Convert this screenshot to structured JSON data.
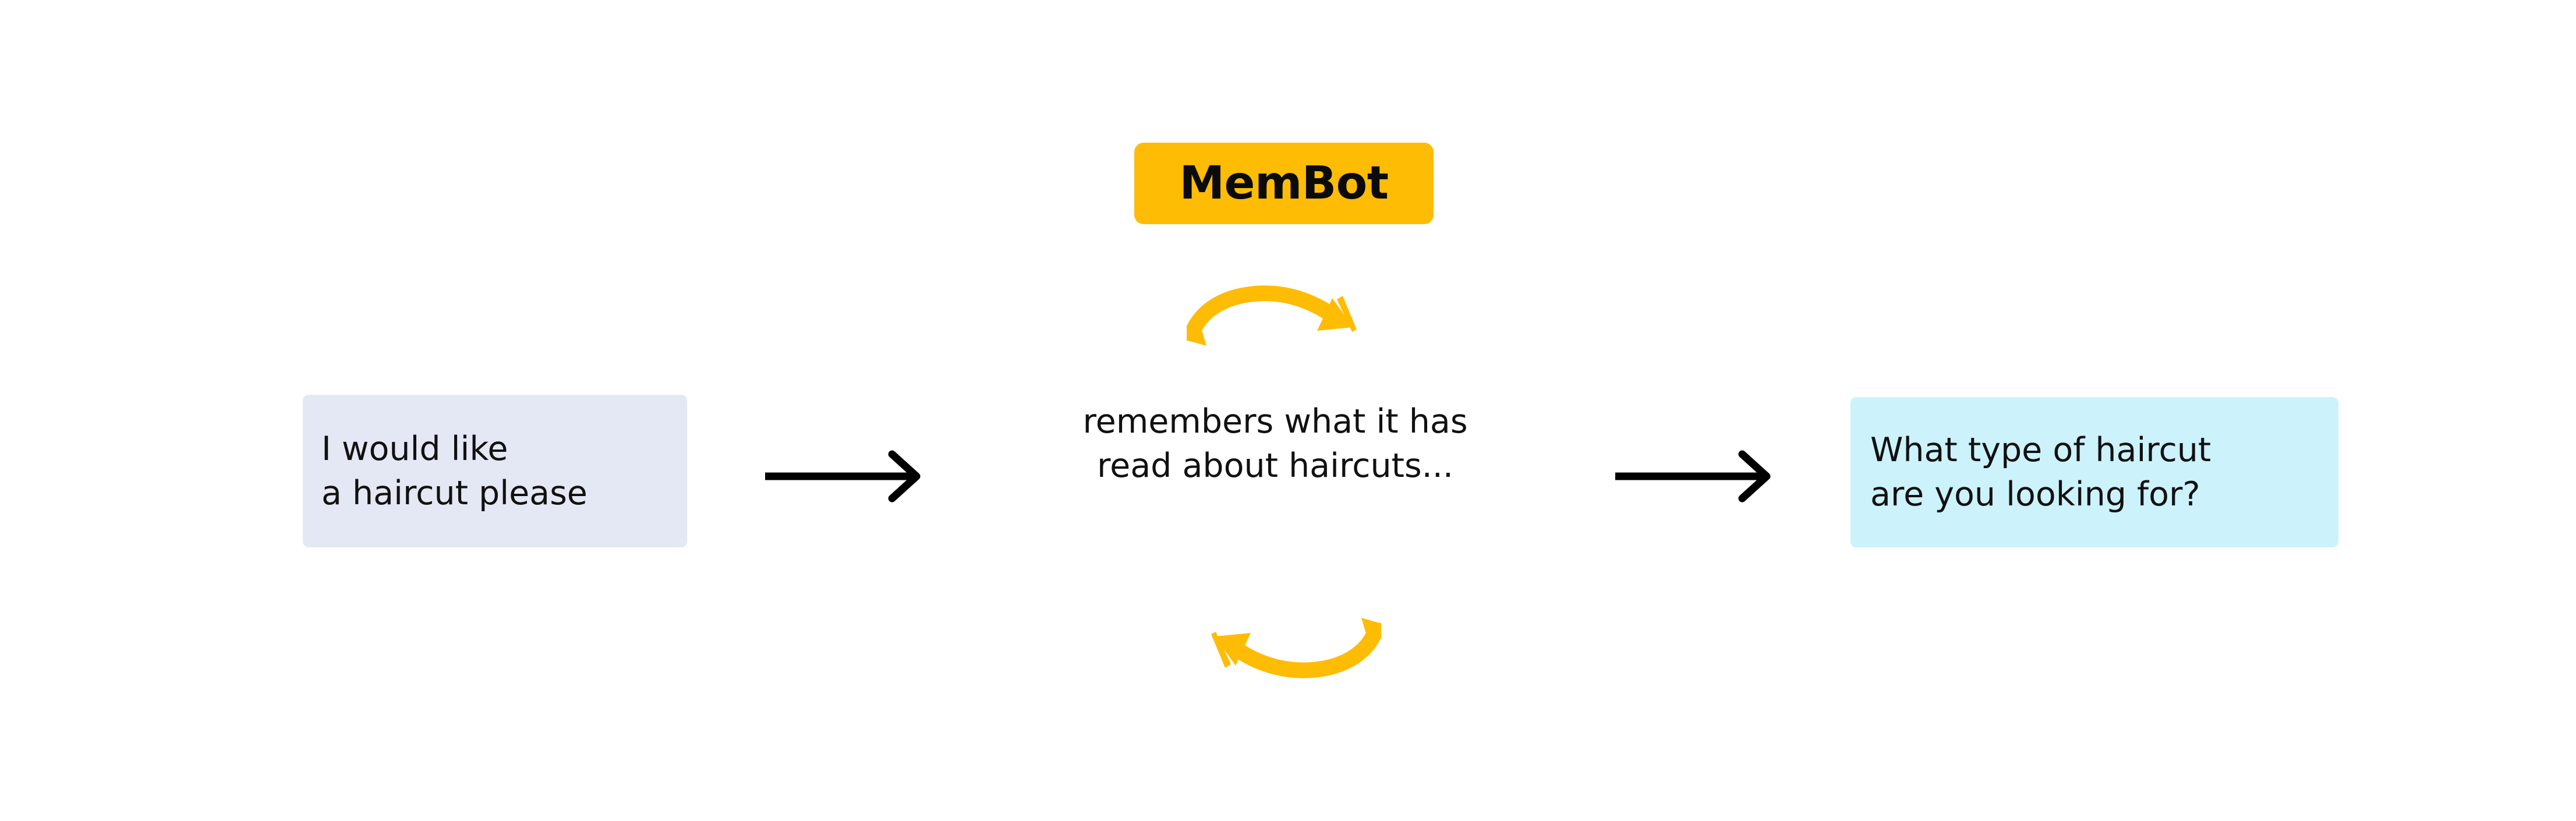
{
  "diagram": {
    "title_badge": {
      "label": "MemBot",
      "background_color": "#FFBC05",
      "text_color": "#0b0b0b"
    },
    "user_message": {
      "line1": "I would like",
      "line2": "a haircut please",
      "background_color": "#E4E8F4",
      "text_color": "#111111"
    },
    "memory_note": {
      "line1": "remembers what it has",
      "line2": "read about haircuts...",
      "text_color": "#111111"
    },
    "bot_message": {
      "line1": "What type of haircut",
      "line2": "are you looking for?",
      "background_color": "#CCF2FB",
      "text_color": "#111111"
    },
    "flow_arrows": {
      "arrow_1_name": "arrow-right-icon",
      "arrow_2_name": "arrow-right-icon",
      "color": "#000000"
    },
    "loop_arrows": {
      "top_name": "curved-arrow-clockwise-icon",
      "bottom_name": "curved-arrow-counterclockwise-icon",
      "color": "#FFBC05"
    },
    "background_color": "#FFFFFF"
  }
}
